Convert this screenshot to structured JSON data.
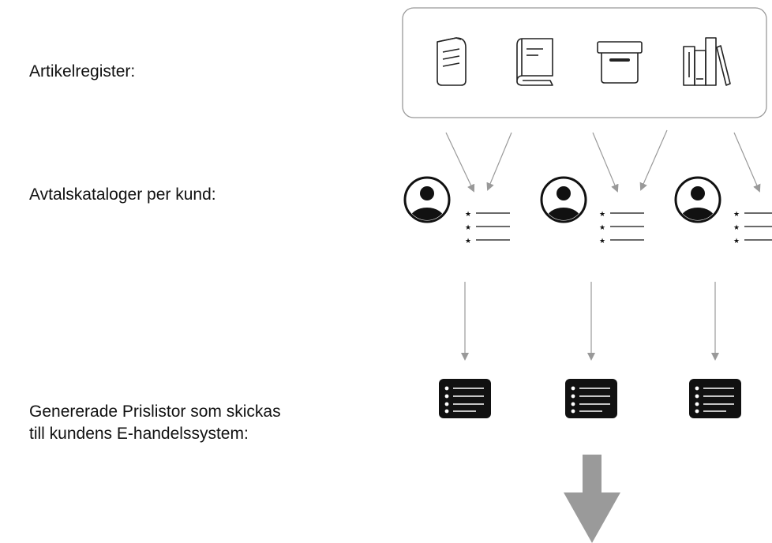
{
  "labels": {
    "article_register": "Artikelregister:",
    "agreement_catalogs": "Avtalskataloger per kund:",
    "price_lists_line1": "Genererade Prislistor som skickas",
    "price_lists_line2": "till kundens E-handelssystem:"
  },
  "icons": {
    "register": [
      "folded-document-icon",
      "book-icon",
      "archive-box-icon",
      "bookshelf-icon"
    ],
    "customer": "user-avatar-icon",
    "catalog": "starred-list-icon",
    "price_list": "list-document-icon"
  },
  "colors": {
    "arrow": "#999999",
    "big_arrow": "#9a9a9a",
    "icon_stroke": "#222222",
    "dark": "#111111"
  }
}
